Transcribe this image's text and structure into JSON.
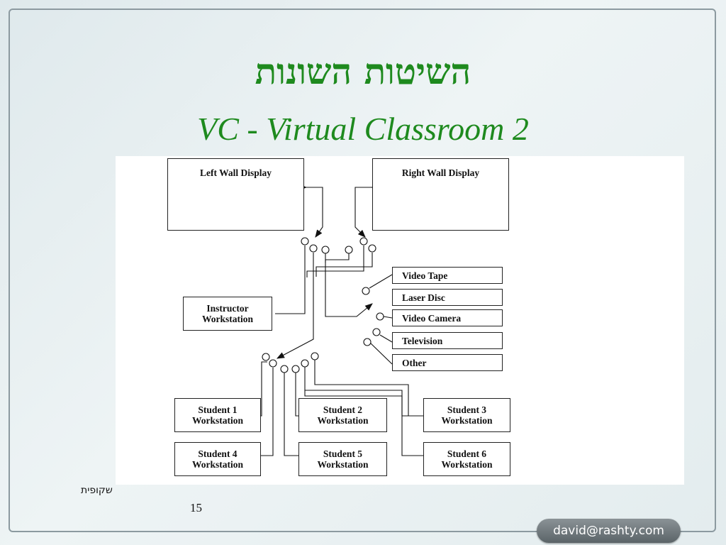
{
  "slide": {
    "title": "השיטות השונות",
    "subtitle": "VC - Virtual Classroom 2",
    "slide_label": "שקופית",
    "slide_number": "15",
    "email": "david@rashty.com"
  },
  "diagram": {
    "boxes": {
      "left_wall": "Left Wall Display",
      "right_wall": "Right Wall Display",
      "instructor": [
        "Instructor",
        "Workstation"
      ],
      "video_tape": "Video Tape",
      "laser_disc": "Laser Disc",
      "video_camera": "Video Camera",
      "television": "Television",
      "other": "Other",
      "student1": [
        "Student 1",
        "Workstation"
      ],
      "student2": [
        "Student 2",
        "Workstation"
      ],
      "student3": [
        "Student 3",
        "Workstation"
      ],
      "student4": [
        "Student 4",
        "Workstation"
      ],
      "student5": [
        "Student 5",
        "Workstation"
      ],
      "student6": [
        "Student 6",
        "Workstation"
      ]
    }
  }
}
